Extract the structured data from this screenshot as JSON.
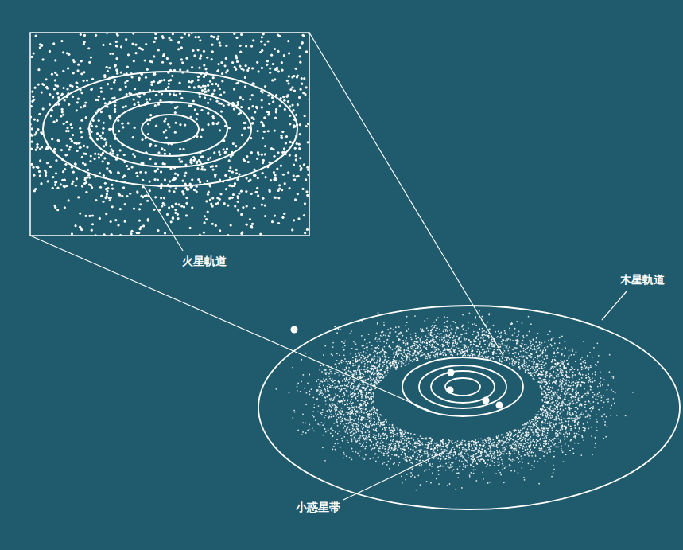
{
  "diagram": {
    "labels": [
      "火星軌道",
      "木星軌道",
      "小惑星帯"
    ]
  }
}
